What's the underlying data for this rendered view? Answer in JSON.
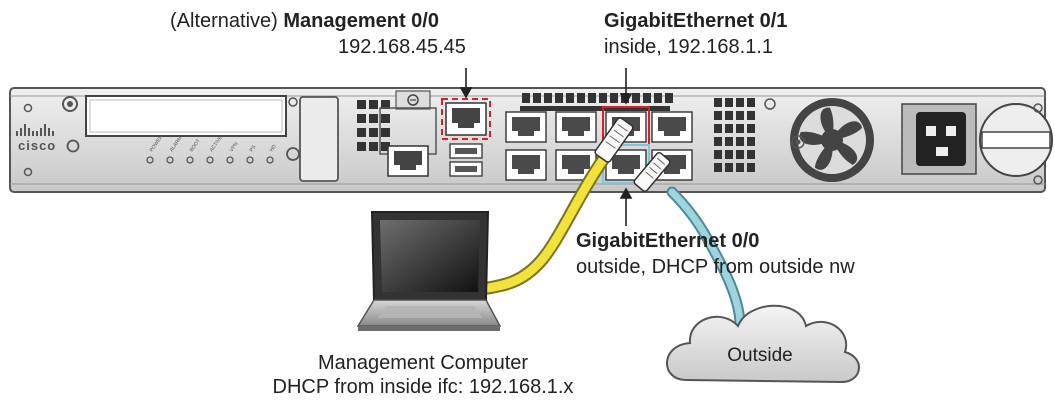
{
  "labels": {
    "mgmt": {
      "prefix": "(Alternative) ",
      "name": "Management 0/0",
      "ip": "192.168.45.45"
    },
    "ge01": {
      "name": "GigabitEthernet 0/1",
      "desc": "inside, 192.168.1.1"
    },
    "ge00": {
      "name": "GigabitEthernet 0/0",
      "desc": "outside, DHCP from outside nw"
    },
    "computer": {
      "line1": "Management Computer",
      "line2": "DHCP from inside ifc: 192.168.1.x"
    },
    "cloud": "Outside"
  },
  "device": {
    "brand": "cisco",
    "leds": [
      "POWER",
      "ALARM",
      "BOOT",
      "ACTIVE",
      "VPN",
      "PS",
      "HD"
    ]
  },
  "colors": {
    "inside_highlight": "#d9202a",
    "outside_highlight": "#7fc6d8",
    "mgmt_highlight": "#d9202a",
    "inside_cable": "#f2e33a",
    "outside_cable": "#9fd4de",
    "chassis": "#e4e4e4"
  }
}
